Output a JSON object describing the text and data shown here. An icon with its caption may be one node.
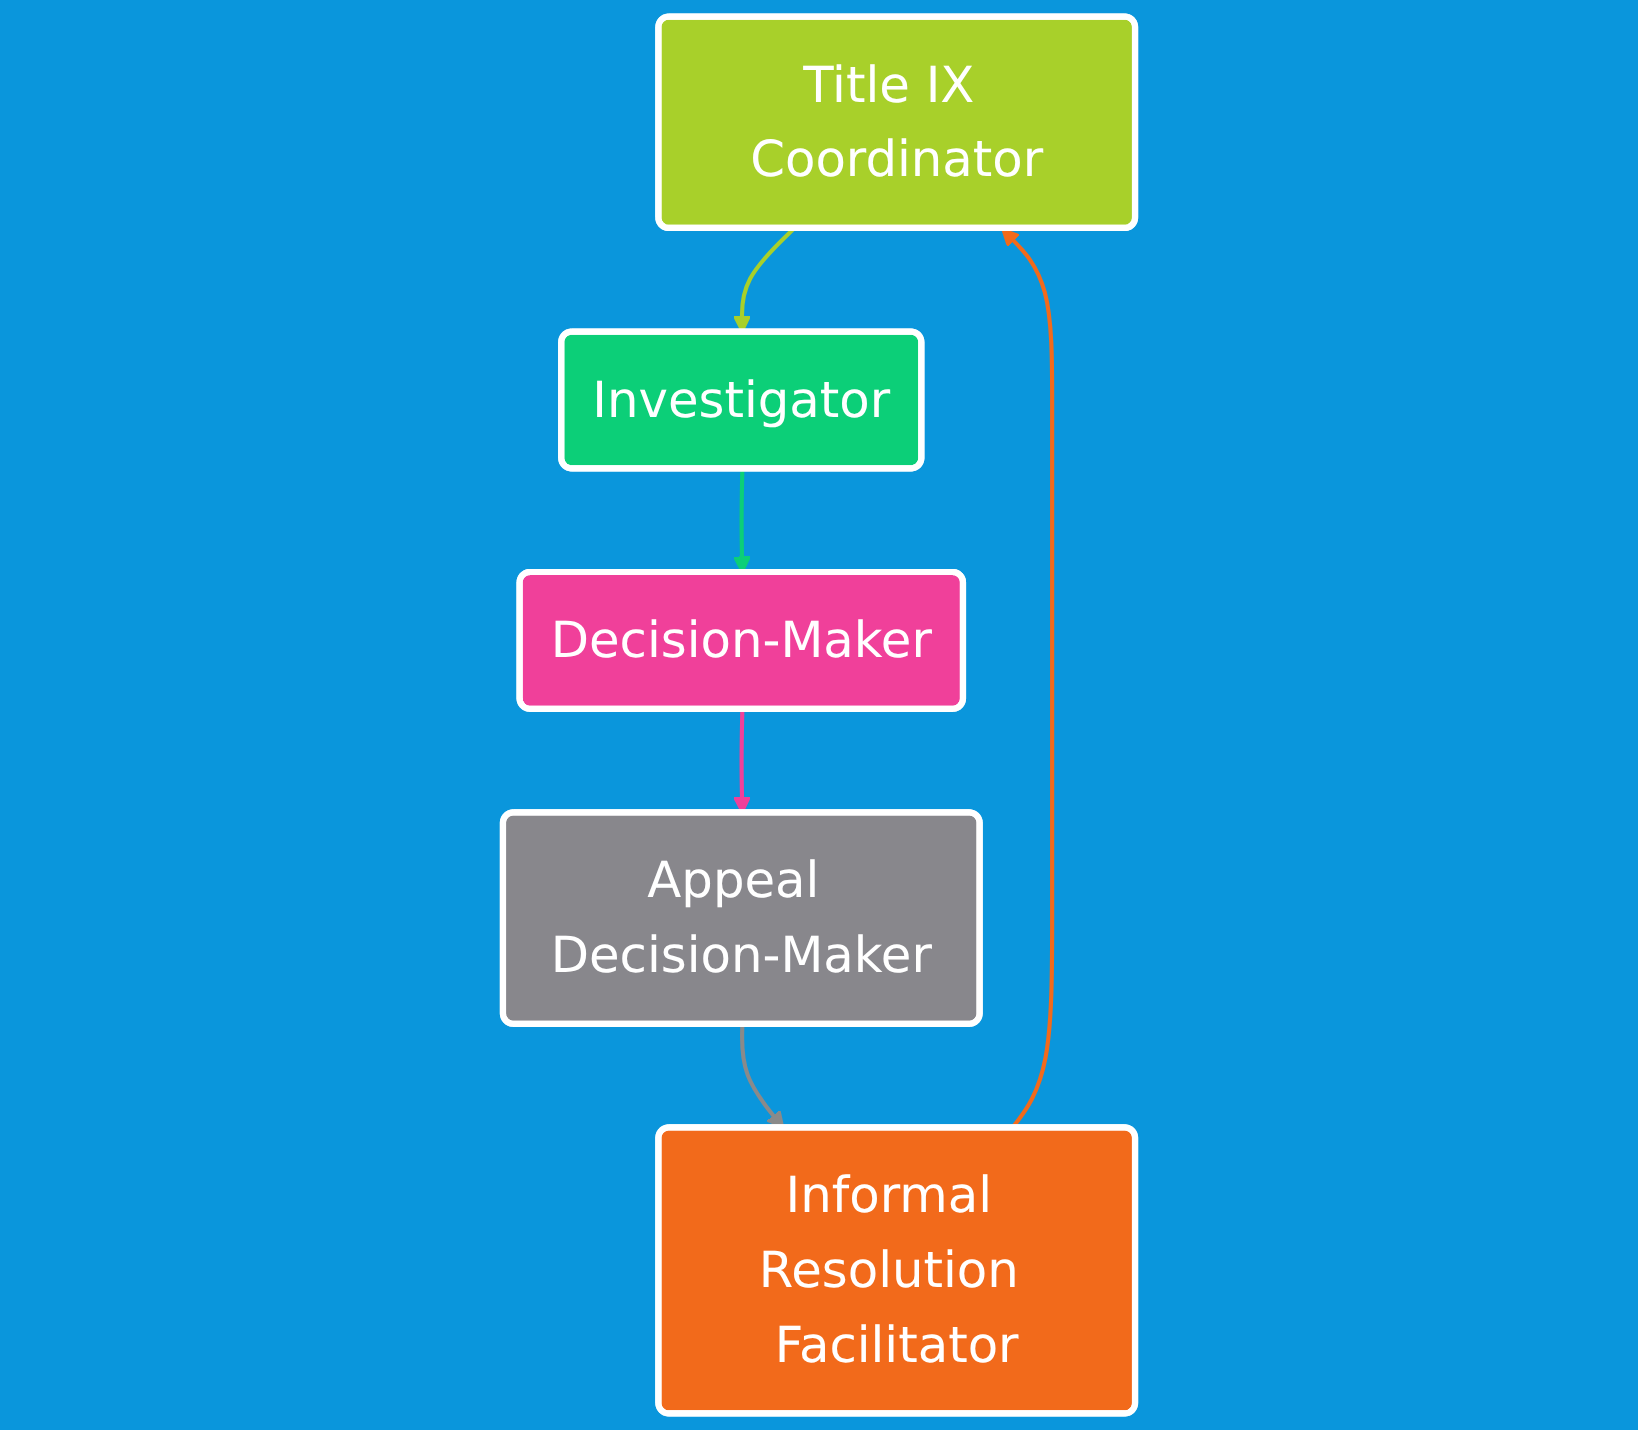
{
  "diagram": {
    "nodes": [
      {
        "text": [
          "Title IX Coordinator"
        ]
      },
      {
        "text": [
          "Investigator"
        ]
      },
      {
        "text": [
          "Decision-Maker"
        ]
      },
      {
        "text": [
          "Appeal Decision-Maker"
        ]
      },
      {
        "text": [
          "Informal Resolution Facilitator"
        ]
      }
    ],
    "edges": [
      {
        "from": 0,
        "to": 1,
        "arrow": "to",
        "color": "#a8d02a"
      },
      {
        "from": 1,
        "to": 2,
        "arrow": "to",
        "color": "#0ccf78"
      },
      {
        "from": 2,
        "to": 3,
        "arrow": "to",
        "color": "#f0409a"
      },
      {
        "from": 3,
        "to": 4,
        "arrow": "to",
        "color": "#8a8a8a"
      },
      {
        "from": 4,
        "to": 0,
        "arrow": "to",
        "color": "#f26a1b"
      }
    ]
  }
}
